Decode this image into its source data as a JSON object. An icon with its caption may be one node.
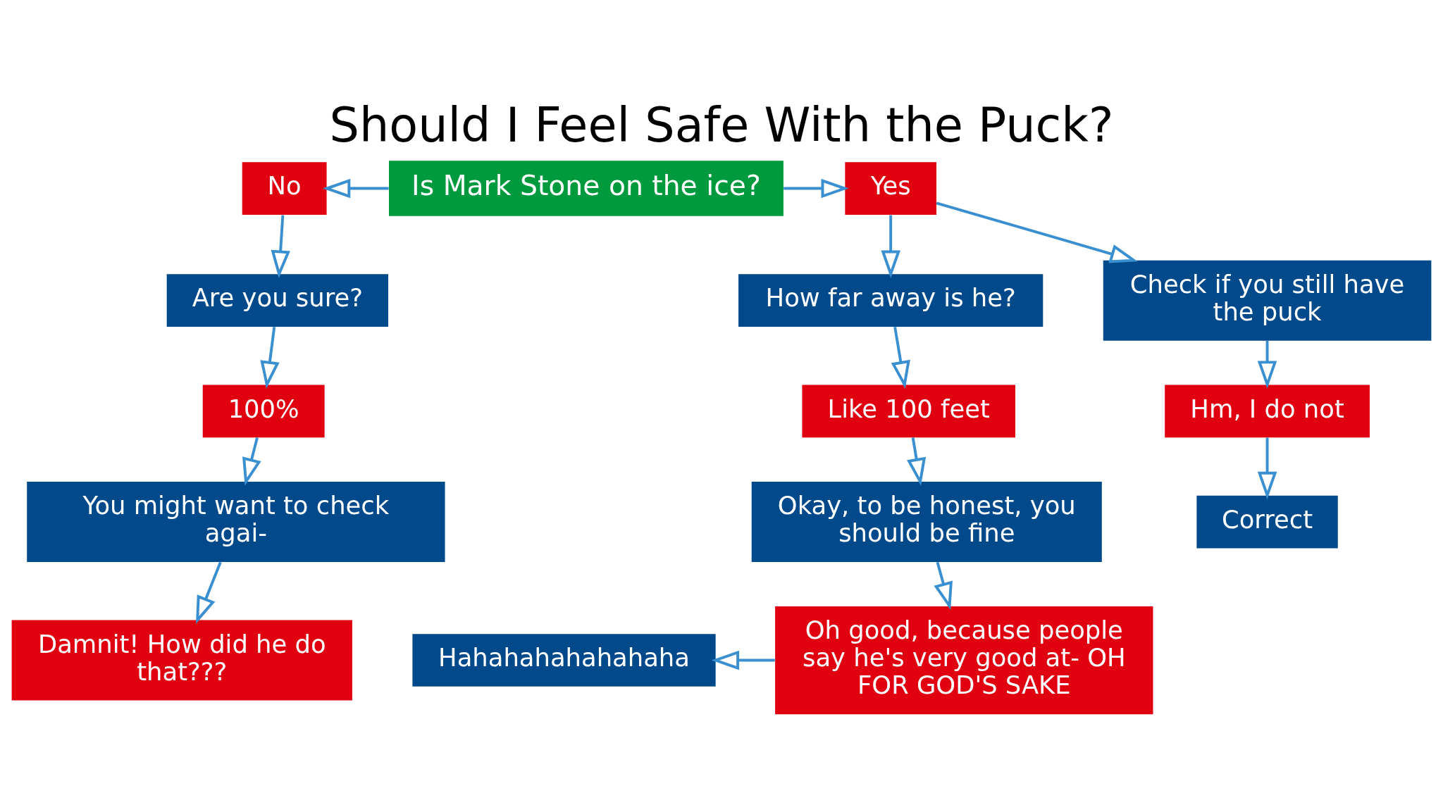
{
  "diagram": {
    "title": "Should I Feel Safe With the Puck?",
    "nodes": [
      {
        "text": [
          "Is Mark Stone on the ice?"
        ]
      },
      {
        "text": [
          "No"
        ]
      },
      {
        "text": [
          "Yes"
        ]
      },
      {
        "text": [
          "Are you sure?"
        ]
      },
      {
        "text": [
          "Check if you still have the puck"
        ]
      },
      {
        "text": [
          "How far away is he?"
        ]
      },
      {
        "text": [
          "100%"
        ]
      },
      {
        "text": [
          "Like 100 feet"
        ]
      },
      {
        "text": [
          "Hm, I do not"
        ]
      },
      {
        "text": [
          "You might want to check agai-"
        ]
      },
      {
        "text": [
          "Okay, to be honest, you should be fine"
        ]
      },
      {
        "text": [
          "Correct"
        ]
      },
      {
        "text": [
          "Damnit! How did he do that???"
        ]
      },
      {
        "text": [
          "Oh good, because people say he's very good at- OH FOR GOD'S SAKE"
        ]
      },
      {
        "text": [
          "Hahahahahahahaha"
        ]
      }
    ],
    "edges": [
      {
        "from": 0,
        "to": 1,
        "arrow": "to"
      },
      {
        "from": 0,
        "to": 2,
        "arrow": "to"
      },
      {
        "from": 2,
        "to": 4,
        "arrow": "to"
      },
      {
        "from": 1,
        "to": 3,
        "arrow": "to"
      },
      {
        "from": 3,
        "to": 6,
        "arrow": "to"
      },
      {
        "from": 6,
        "to": 9,
        "arrow": "to"
      },
      {
        "from": 9,
        "to": 12,
        "arrow": "to"
      },
      {
        "from": 2,
        "to": 5,
        "arrow": "to"
      },
      {
        "from": 5,
        "to": 7,
        "arrow": "to"
      },
      {
        "from": 7,
        "to": 10,
        "arrow": "to"
      },
      {
        "from": 10,
        "to": 13,
        "arrow": "to"
      },
      {
        "from": 4,
        "to": 8,
        "arrow": "to"
      },
      {
        "from": 8,
        "to": 11,
        "arrow": "to"
      },
      {
        "from": 13,
        "to": 14,
        "arrow": "to"
      }
    ]
  }
}
